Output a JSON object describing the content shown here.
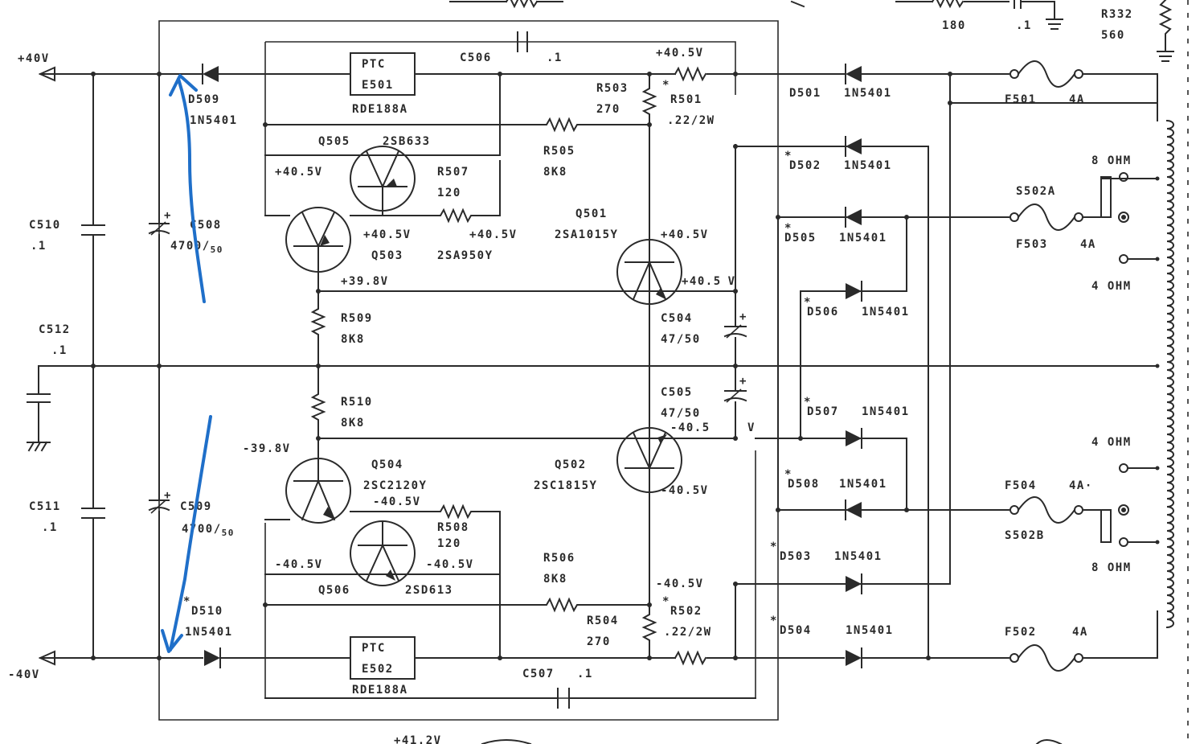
{
  "rails": {
    "pos": "+40V",
    "neg": "-40V"
  },
  "top_partial": {
    "v_top": "+41.2V",
    "r180": "180",
    "c01": ".1",
    "r332": "R332",
    "r332_val": "560"
  },
  "caps": {
    "c510": "C510",
    "c510_val": ".1",
    "c512": "C512",
    "c512_val": ".1",
    "c511": "C511",
    "c511_val": ".1",
    "c508": "C508",
    "c508_val": "4700/",
    "c508_sub": "50",
    "c509": "C509",
    "c509_val": "4700/",
    "c509_sub": "50",
    "c506": "C506",
    "c506_val": ".1",
    "c507": "C507",
    "c507_val": ".1",
    "c504": "C504",
    "c504_val": "47/50",
    "c505": "C505",
    "c505_val": "47/50"
  },
  "diodes": {
    "d509": "D509",
    "d509_type": "1N5401",
    "d510": "D510",
    "d510_type": "1N5401",
    "d501": "D501",
    "d502": "D502",
    "d503": "D503",
    "d504": "D504",
    "d505": "D505",
    "d506": "D506",
    "d507": "D507",
    "d508": "D508",
    "type": "1N5401",
    "mark": "*"
  },
  "ptc": {
    "label": "PTC",
    "e501": "E501",
    "e502": "E502",
    "part": "RDE188A"
  },
  "transistors": {
    "q505": "Q505",
    "q505_type": "2SB633",
    "q503": "Q503",
    "q503_type": "2SA950Y",
    "q501": "Q501",
    "q501_type": "2SA1015Y",
    "q506": "Q506",
    "q506_type": "2SD613",
    "q504": "Q504",
    "q504_type": "2SC2120Y",
    "q502": "Q502",
    "q502_type": "2SC1815Y"
  },
  "resistors": {
    "r503": "R503",
    "r503_val": "270",
    "r501": "R501",
    "r501_val": ".22/2W",
    "r505": "R505",
    "r505_val": "8K8",
    "r507": "R507",
    "r507_val": "120",
    "r509": "R509",
    "r509_val": "8K8",
    "r510": "R510",
    "r510_val": "8K8",
    "r508": "R508",
    "r508_val": "120",
    "r506": "R506",
    "r506_val": "8K8",
    "r504": "R504",
    "r504_val": "270",
    "r502": "R502",
    "r502_val": ".22/2W"
  },
  "voltages": {
    "v405": "+40.5V",
    "v405b": "+40.5V",
    "v405c": "+40.5V",
    "v405d": "+40.5V",
    "v405e": "+40.5V",
    "v405f": "+40.5",
    "v_v": "V",
    "v398": "+39.8V",
    "n398": "-39.8V",
    "n405a": "-40.5V",
    "n405b": "-40.5V",
    "n405c": "-40.5V",
    "n405d": "-40.5V",
    "n405e": "-40.5V",
    "n405f": "-40.5",
    "n_v": "V"
  },
  "fuses": {
    "f501": "F501",
    "f501_val": "4A",
    "f503": "F503",
    "f503_val": "4A",
    "f504": "F504",
    "f504_val": "4A·",
    "f502": "F502",
    "f502_val": "4A"
  },
  "switches": {
    "s502a": "S502A",
    "s502b": "S502B"
  },
  "taps": {
    "ohm8_top": "8 OHM",
    "ohm4_top": "4 OHM",
    "ohm4_bot": "4 OHM",
    "ohm8_bot": "8 OHM"
  }
}
